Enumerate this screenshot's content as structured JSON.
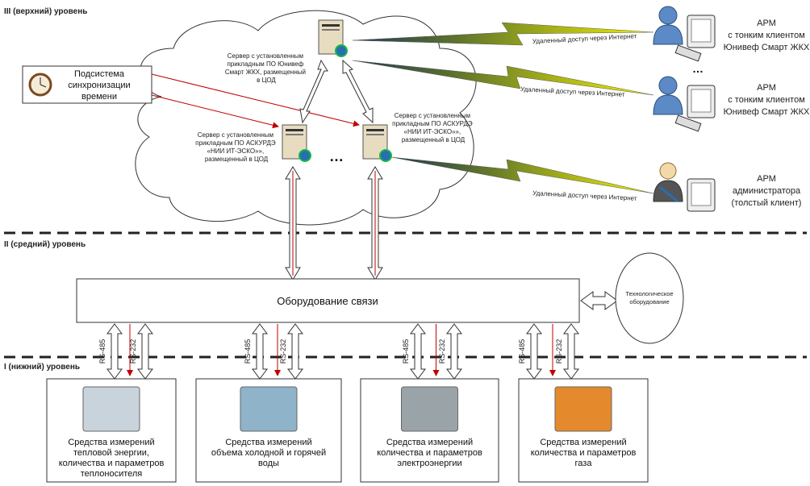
{
  "levels": {
    "top": "III (верхний) уровень",
    "middle": "II (средний) уровень",
    "bottom": "I (нижний) уровень"
  },
  "sync": {
    "lines": [
      "Подсистема",
      "синхронизации",
      "времени"
    ],
    "icon": "clock-icon"
  },
  "servers": {
    "top": [
      "Сервер с установленным",
      "прикладным ПО Юнивеф",
      "Смарт ЖКХ, размещенный",
      "в ЦОД"
    ],
    "left": [
      "Сервер с установленным",
      "прикладным ПО АСКУРДЭ",
      "«НИИ ИТ-ЭСКО»»,",
      "размещенный в ЦОД"
    ],
    "right": [
      "Сервер с установленным",
      "прикладным ПО АСКУРДЭ",
      "«НИИ ИТ-ЭСКО»»,",
      "размещенный в ЦОД"
    ],
    "ellipsis": "…"
  },
  "remote_access": "Удаленный доступ через Интернет",
  "workstations": [
    {
      "lines": [
        "АРМ",
        "с тонким клиентом",
        "Юнивеф Смарт ЖКХ"
      ],
      "icon": "user-icon"
    },
    {
      "lines": [
        "АРМ",
        "с тонким клиентом",
        "Юнивеф Смарт ЖКХ"
      ],
      "icon": "user-icon"
    },
    {
      "lines": [
        "АРМ",
        "администратора",
        "(толстый клиент)"
      ],
      "icon": "admin-icon"
    }
  ],
  "ws_ellipsis": "…",
  "comm": {
    "label": "Оборудование связи",
    "tech": [
      "Технологическое",
      "оборудование"
    ]
  },
  "interfaces": [
    "RS-485",
    "RS-232"
  ],
  "devices": [
    {
      "lines": [
        "Средства измерений",
        "тепловой энергии,",
        "количества и параметров",
        "теплоносителя"
      ]
    },
    {
      "lines": [
        "Средства измерений",
        "объема холодной и горячей",
        "воды"
      ]
    },
    {
      "lines": [
        "Средства измерений",
        "количества и параметров",
        "электроэнергии"
      ]
    },
    {
      "lines": [
        "Средства измерений",
        "количества и параметров",
        "газа"
      ]
    }
  ],
  "colors": {
    "red_arrow": "#c00000",
    "lightning": "#e8e800",
    "user": "#4a7ebb"
  }
}
